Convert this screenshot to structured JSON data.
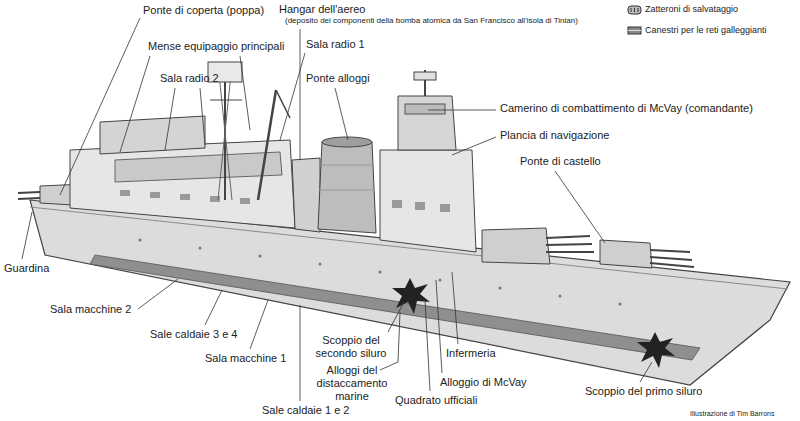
{
  "diagram": {
    "labels": [
      "Ponte di coperta (poppa)",
      "Hangar dell'aereo",
      "(deposito dei componenti della bomba atomica da San Francisco all'isola di Tinian)",
      "Mense equipaggio principali",
      "Sala radio 1",
      "Sala radio 2",
      "Ponte alloggi",
      "Camerino di combattimento di McVay (comandante)",
      "Plancia di navigazione",
      "Ponte di castello",
      "Guardina",
      "Sala macchine 2",
      "Sale caldaie 3 e 4",
      "Scoppio del secondo siluro",
      "Infermeria",
      "Sala macchine 1",
      "Alloggi del distaccamento marine",
      "Alloggio di McVay",
      "Scoppio del primo siluro",
      "Quadrato ufficiali",
      "Sale caldaie 1 e 2",
      "Illustrazione di Tim Barrons"
    ],
    "legend": [
      {
        "text": "Zatteroni di salvataggio"
      },
      {
        "text": "Canestri per le reti galleggianti"
      }
    ]
  }
}
